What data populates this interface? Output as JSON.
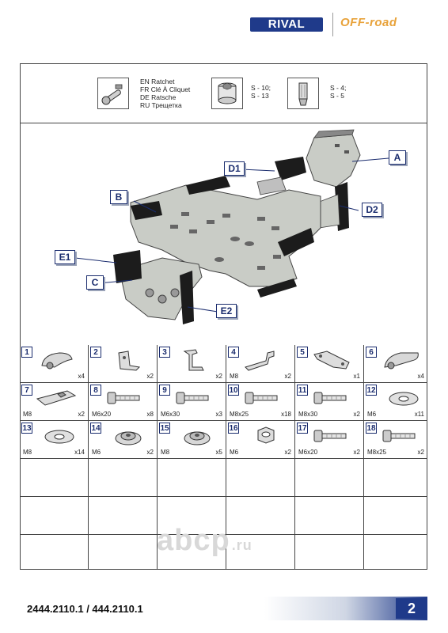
{
  "header": {
    "brand_left": "RIVAL",
    "brand_right": "OFF-road"
  },
  "tools": {
    "ratchet_lines": [
      "EN Ratchet",
      "FR Clé À Cliquet",
      "DE Ratsche",
      "RU Трещетка"
    ],
    "socket_sizes": [
      "S - 10;",
      "S - 13"
    ],
    "hex_sizes": [
      "S - 4;",
      "S - 5"
    ]
  },
  "diagram": {
    "callouts": [
      "A",
      "B",
      "C",
      "D1",
      "D2",
      "E1",
      "E2"
    ],
    "colors": {
      "callout_border": "#1a2c6e",
      "plate_fill": "#c9ccc6",
      "dark_part": "#1c1c1c"
    }
  },
  "parts": [
    {
      "num": "1",
      "size": "",
      "qty": "x4",
      "icon": "wing-nut-icon"
    },
    {
      "num": "2",
      "size": "",
      "qty": "x2",
      "icon": "bracket-icon"
    },
    {
      "num": "3",
      "size": "",
      "qty": "x2",
      "icon": "z-bracket-icon"
    },
    {
      "num": "4",
      "size": "M8",
      "qty": "x2",
      "icon": "long-bracket-icon"
    },
    {
      "num": "5",
      "size": "",
      "qty": "x1",
      "icon": "flat-plate-icon"
    },
    {
      "num": "6",
      "size": "",
      "qty": "x4",
      "icon": "lever-icon"
    },
    {
      "num": "7",
      "size": "M8",
      "qty": "x2",
      "icon": "nut-plate-icon"
    },
    {
      "num": "8",
      "size": "M6x20",
      "qty": "x8",
      "icon": "bolt-icon"
    },
    {
      "num": "9",
      "size": "M6x30",
      "qty": "x3",
      "icon": "bolt-icon"
    },
    {
      "num": "10",
      "size": "M8x25",
      "qty": "x18",
      "icon": "bolt-icon"
    },
    {
      "num": "11",
      "size": "M8x30",
      "qty": "x2",
      "icon": "bolt-icon"
    },
    {
      "num": "12",
      "size": "M6",
      "qty": "x11",
      "icon": "washer-icon"
    },
    {
      "num": "13",
      "size": "M8",
      "qty": "x14",
      "icon": "washer-icon"
    },
    {
      "num": "14",
      "size": "M6",
      "qty": "x2",
      "icon": "dome-washer-icon"
    },
    {
      "num": "15",
      "size": "M8",
      "qty": "x5",
      "icon": "dome-washer-icon"
    },
    {
      "num": "16",
      "size": "M6",
      "qty": "x2",
      "icon": "hex-nut-icon"
    },
    {
      "num": "17",
      "size": "M6x20",
      "qty": "x2",
      "icon": "bolt-icon"
    },
    {
      "num": "18",
      "size": "M8x25",
      "qty": "x2",
      "icon": "bolt-icon"
    }
  ],
  "watermark": {
    "main": "abcp",
    "suffix": ".ru"
  },
  "footer": {
    "code": "2444.2110.1 / 444.2110.1",
    "page": "2"
  }
}
